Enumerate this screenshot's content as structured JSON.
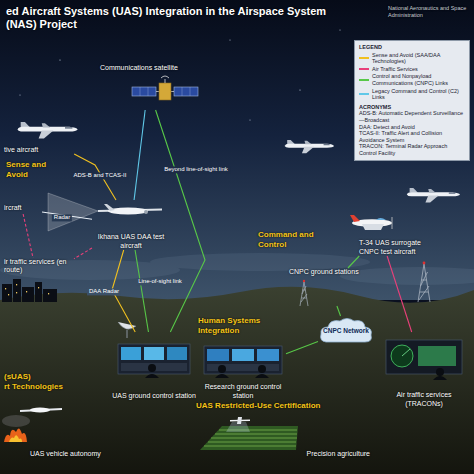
{
  "diagram": {
    "title": "ed Aircraft Systems (UAS) Integration in the Airspace System (NAS) Project",
    "nodes": [
      {
        "text": [
          "Communications satellite"
        ]
      },
      {
        "text": [
          "tive aircraft"
        ]
      },
      {
        "text": [
          "ircraft"
        ]
      },
      {
        "text": [
          "Ikhana UAS DAA test aircraft"
        ]
      },
      {
        "text": [
          "ir traffic services (en route)"
        ]
      },
      {
        "text": [
          "T-34 UAS surrogate CNPC test aircraft"
        ]
      },
      {
        "text": [
          "CNPC ground stations"
        ]
      },
      {
        "text": [
          "CNPC Network"
        ]
      },
      {
        "text": [
          "UAS ground control station"
        ]
      },
      {
        "text": [
          "Research ground control station"
        ]
      },
      {
        "text": [
          "Air traffic services (TRACONs)"
        ]
      },
      {
        "text": [
          "UAS vehicle autonomy"
        ]
      },
      {
        "text": [
          "Precision agriculture"
        ]
      }
    ],
    "edges": [
      {
        "from": 1,
        "to": 3,
        "label": "ADS-B and TCAS-II",
        "arrow": "none"
      },
      {
        "from": 3,
        "to": 2,
        "label": "Radar",
        "arrow": "none"
      },
      {
        "from": 0,
        "to": 3,
        "arrow": "none"
      },
      {
        "from": 0,
        "to": 8,
        "label": "Beyond line-of-sight link",
        "arrow": "none"
      },
      {
        "from": 3,
        "to": 8,
        "label": "Line-of-sight link",
        "arrow": "none"
      },
      {
        "from": 3,
        "to": 8,
        "label": "DAA Radar",
        "arrow": "none"
      },
      {
        "from": 3,
        "to": 4,
        "arrow": "none"
      },
      {
        "from": 2,
        "to": 4,
        "arrow": "none"
      },
      {
        "from": 5,
        "to": 6,
        "arrow": "none"
      },
      {
        "from": 6,
        "to": 7,
        "arrow": "none"
      },
      {
        "from": 7,
        "to": 9,
        "arrow": "none"
      },
      {
        "from": 10,
        "to": 5,
        "arrow": "none"
      }
    ],
    "labels": [
      "National Aeronautics and Space Administration",
      "LEGEND",
      "ACRONYMS",
      "ADS-B: Automatic Dependent Surveillance—Broadcast",
      "DAA: Detect and Avoid",
      "TCAS-II: Traffic Alert and Collision Avoidance System",
      "TRACON: Terminal Radar Approach Control Facility",
      "Sense and Avoid",
      "Command and Control",
      "Human Systems Integration",
      "(sUAS)",
      "rt Technologies",
      "UAS Restricted-Use Certification"
    ],
    "legend": [
      {
        "text": "Sense and Avoid (SAA/DAA Technologies)",
        "color": "#f0c020"
      },
      {
        "text": "Air Traffic Services",
        "color": "#e8407a"
      },
      {
        "text": "Control and Nonpayload Communications (CNPC) Links",
        "color": "#58c848"
      },
      {
        "text": "Legacy Command and Control (C2) Links",
        "color": "#60c8e8"
      }
    ]
  }
}
